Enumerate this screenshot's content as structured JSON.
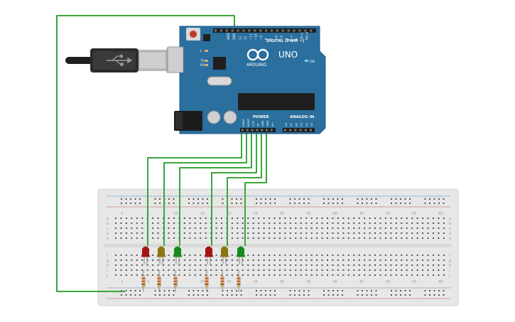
{
  "board": {
    "logo_text": "ARDUINO",
    "model": "UNO",
    "digital_label": "DIGITAL (PWM ~)",
    "power_label": "POWER",
    "analog_label": "ANALOG IN",
    "aref": "AREF",
    "gnd": "GND",
    "on_label": "ON",
    "tx_label": "TX",
    "rx_label": "RX",
    "l_label": "L",
    "digital_pins": [
      "13",
      "12",
      "~11",
      "~10",
      "~9",
      "8",
      "7",
      "~6",
      "~5",
      "4",
      "~3",
      "2",
      "TX→1",
      "RX←0"
    ],
    "power_pins": [
      "IOREF",
      "RESET",
      "3.3V",
      "5V",
      "GND",
      "GND",
      "Vin"
    ],
    "analog_pins": [
      "A0",
      "A1",
      "A2",
      "A3",
      "A4",
      "A5"
    ]
  },
  "breadboard": {
    "column_numbers": [
      "1",
      "5",
      "10",
      "15",
      "20",
      "25",
      "30",
      "35",
      "40",
      "45",
      "50",
      "55",
      "60"
    ],
    "row_letters_top": [
      "a",
      "b",
      "c",
      "d",
      "e"
    ],
    "row_letters_bottom": [
      "f",
      "g",
      "h",
      "i",
      "j"
    ]
  },
  "components": {
    "leds": [
      {
        "color": "#a31515"
      },
      {
        "color": "#8a7512"
      },
      {
        "color": "#168a1c"
      },
      {
        "color": "#a31515"
      },
      {
        "color": "#8a7512"
      },
      {
        "color": "#168a1c"
      }
    ],
    "resistor_count": 6
  },
  "colors": {
    "board": "#2a6f9e",
    "wire": "#3aa63a",
    "breadboard": "#e6e6e6",
    "usb": "#2b2b2b"
  }
}
